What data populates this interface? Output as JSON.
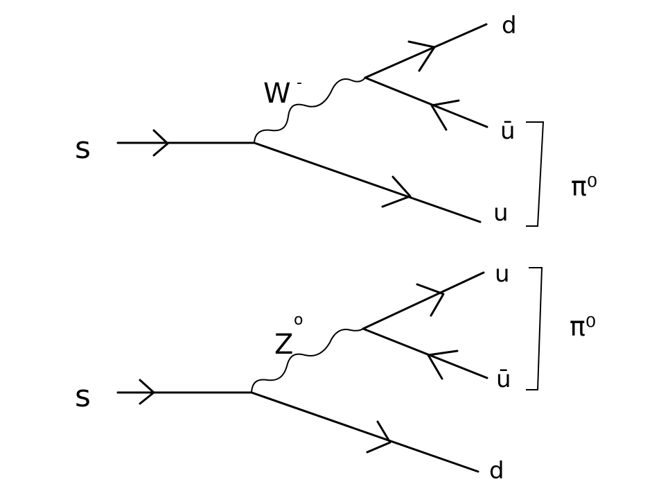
{
  "diagram_top": {
    "incoming": "s",
    "boson": "W",
    "boson_charge": "-",
    "outgoing": [
      "d",
      "ū",
      "u"
    ],
    "meson": "π⁰"
  },
  "diagram_bottom": {
    "incoming": "s",
    "boson": "Z",
    "boson_charge": "o",
    "outgoing": [
      "u",
      "ū",
      "d"
    ],
    "meson": "π⁰"
  },
  "colors": {
    "ink": "#000000",
    "paper": "#ffffff"
  }
}
